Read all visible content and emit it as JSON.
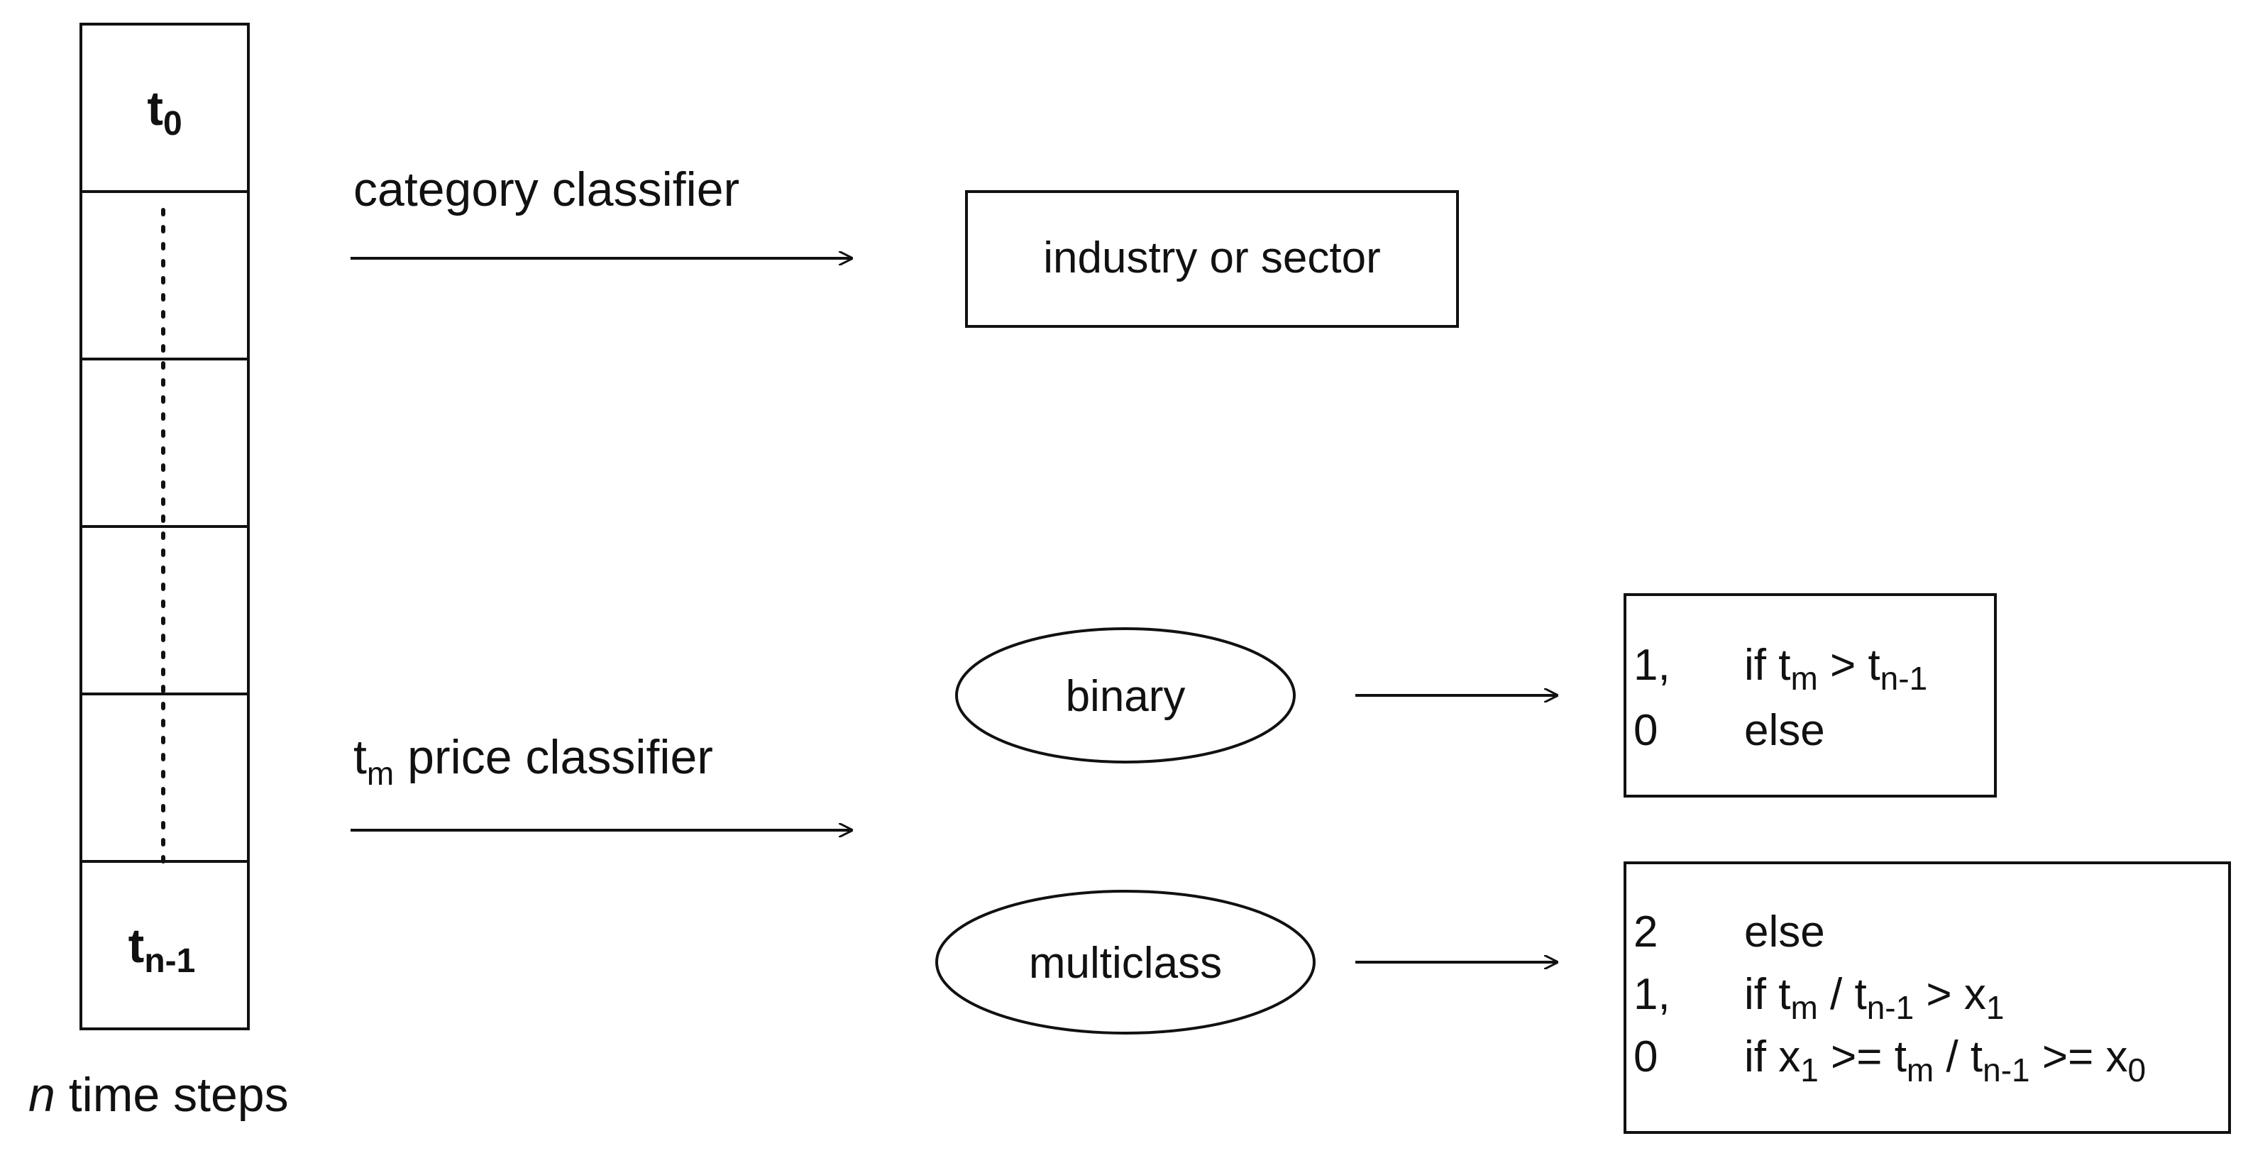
{
  "sequence": {
    "first_cell": {
      "base": "t",
      "sub": "0"
    },
    "last_cell": {
      "base": "t",
      "sub": "n-1"
    },
    "caption": {
      "italic": "n",
      "rest": " time steps"
    }
  },
  "category_branch": {
    "edge_label": "category classifier",
    "output_box": "industry or sector"
  },
  "price_branch": {
    "edge_label": {
      "base": "t",
      "sub": "m",
      "rest": " price classifier"
    },
    "binary": {
      "node_label": "binary",
      "rules": [
        {
          "value": "1,",
          "parts": [
            {
              "t": "if t"
            },
            {
              "t": "m",
              "sub": true
            },
            {
              "t": " > t"
            },
            {
              "t": "n-1",
              "sub": true
            }
          ]
        },
        {
          "value": "0",
          "parts": [
            {
              "t": "else"
            }
          ]
        }
      ]
    },
    "multiclass": {
      "node_label": "multiclass",
      "rules": [
        {
          "value": "2",
          "parts": [
            {
              "t": "else"
            }
          ]
        },
        {
          "value": "1,",
          "parts": [
            {
              "t": "if t"
            },
            {
              "t": "m",
              "sub": true
            },
            {
              "t": " / t"
            },
            {
              "t": "n-1",
              "sub": true
            },
            {
              "t": " > x"
            },
            {
              "t": "1",
              "sub": true
            }
          ]
        },
        {
          "value": "0",
          "parts": [
            {
              "t": "if x"
            },
            {
              "t": "1",
              "sub": true
            },
            {
              "t": " >= t"
            },
            {
              "t": "m",
              "sub": true
            },
            {
              "t": " / t"
            },
            {
              "t": "n-1",
              "sub": true
            },
            {
              "t": " >= x"
            },
            {
              "t": "0",
              "sub": true
            }
          ]
        }
      ]
    }
  }
}
